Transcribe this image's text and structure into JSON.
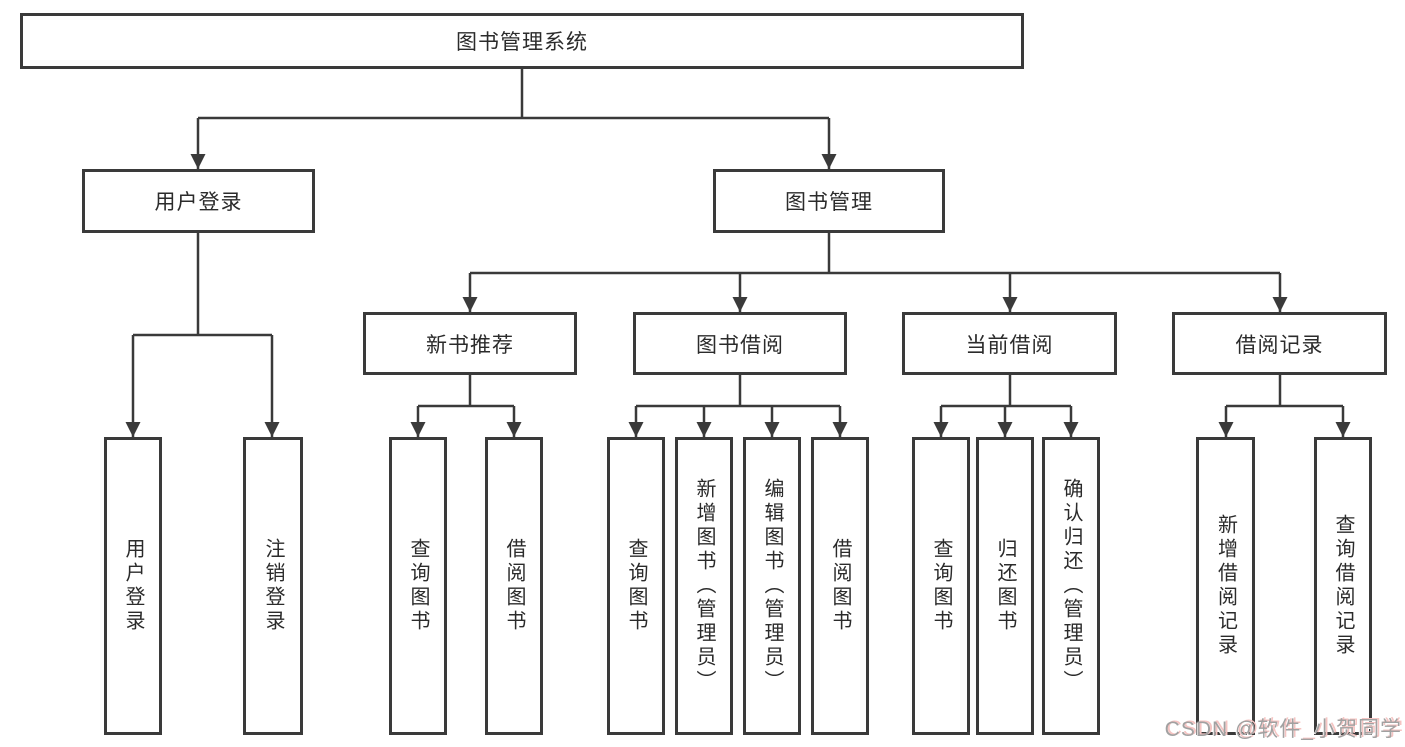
{
  "diagram": {
    "root": {
      "label": "图书管理系统"
    },
    "branches": [
      {
        "label": "用户登录",
        "children": [
          {
            "label": "用户登录"
          },
          {
            "label": "注销登录"
          }
        ]
      },
      {
        "label": "图书管理",
        "children": [
          {
            "label": "新书推荐",
            "children": [
              {
                "label": "查询图书"
              },
              {
                "label": "借阅图书"
              }
            ]
          },
          {
            "label": "图书借阅",
            "children": [
              {
                "label": "查询图书"
              },
              {
                "label": "新增图书（管理员）"
              },
              {
                "label": "编辑图书（管理员）"
              },
              {
                "label": "借阅图书"
              }
            ]
          },
          {
            "label": "当前借阅",
            "children": [
              {
                "label": "查询图书"
              },
              {
                "label": "归还图书"
              },
              {
                "label": "确认归还（管理员）"
              }
            ]
          },
          {
            "label": "借阅记录",
            "children": [
              {
                "label": "新增借阅记录"
              },
              {
                "label": "查询借阅记录"
              }
            ]
          }
        ]
      }
    ],
    "watermark": "CSDN @软件_小贺同学",
    "colors": {
      "line": "#3a3a3a",
      "border": "#3a3a3a",
      "text": "#2b2b2b",
      "watermark_gray": "#a1a1a1",
      "watermark_pink": "#f5c4c2"
    }
  }
}
